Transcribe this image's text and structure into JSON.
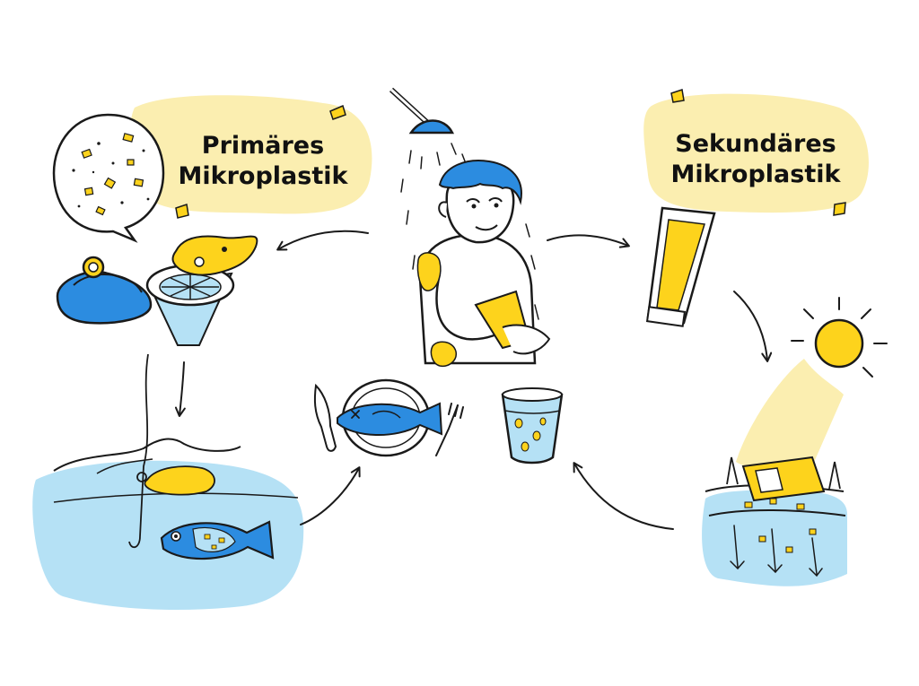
{
  "labels": {
    "primary_line1": "Primäres",
    "primary_line2": "Mikroplastik",
    "secondary_line1": "Sekundäres",
    "secondary_line2": "Mikroplastik"
  },
  "colors": {
    "blue": "#2c8ce0",
    "yellow": "#fdd31c",
    "pale_yellow": "#fbeeb0",
    "light_blue": "#b5e1f5",
    "ink": "#1a1a1a"
  },
  "icons": [
    "shower-head-icon",
    "showering-man-icon",
    "sink-plug-icon",
    "drain-strainer-icon",
    "microplastic-bubble-icon",
    "ocean-water-icon",
    "fish-icon",
    "fishing-hook-icon",
    "plate-fish-icon",
    "knife-icon",
    "fork-icon",
    "water-glass-icon",
    "cream-tube-icon",
    "sun-icon",
    "beach-sand-icon"
  ]
}
